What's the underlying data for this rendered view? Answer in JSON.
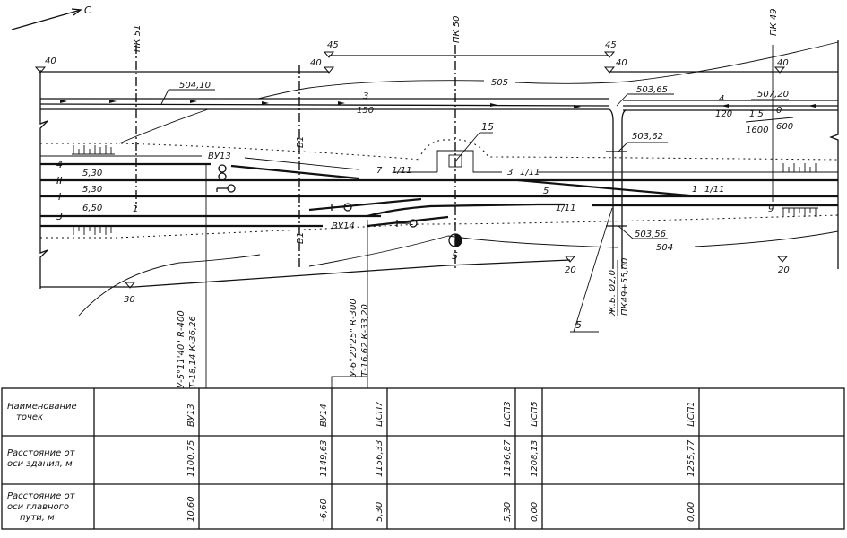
{
  "north_label": "С",
  "picket_labels": {
    "pk51": "ПК 51",
    "pk50": "ПК 50",
    "pk49": "ПК 49"
  },
  "section_label": "B1",
  "elevations": {
    "e40_left": "40",
    "e45_mid": "45",
    "e40_mid": "40",
    "e45_right": "45",
    "e40_right": "40",
    "e40_far": "40",
    "e30": "30",
    "e20_mid": "20",
    "e20_right": "20"
  },
  "contours": {
    "c505": "505",
    "c504": "504"
  },
  "ditch": {
    "mark_504_10": "504,10",
    "slope_left_top": "3",
    "slope_left_bottom": "150",
    "mark_503_65": "503,65",
    "slope_right_top": "4",
    "slope_right_bottom": "120",
    "mark_507_20": "507,20",
    "depth": "1,5",
    "depth_zero": "0",
    "width1": "1600",
    "width2": "600",
    "mark_503_62": "503,62",
    "mark_503_56": "503,56"
  },
  "tracks": {
    "t4": "4",
    "tII": "II",
    "tI": "I",
    "t3": "3",
    "sp1": "5,30",
    "sp2": "5,30",
    "sp3": "6,50",
    "pk51_pos": "1"
  },
  "switches": {
    "vu13": "ВУ13",
    "vu14": "ВУ14",
    "sw7": "7",
    "sw7_mark": "1/11",
    "sw3": "3",
    "sw3_mark": "1/11",
    "sw5": "5",
    "sw5_mark": "1/11",
    "sw1": "1",
    "sw1_mark": "1/11",
    "sw9": "9"
  },
  "building_label": "15",
  "well_label": "5",
  "culvert": {
    "callout": "5",
    "type": "Ж.Б. Ø2,0",
    "picket": "ПК49+55,00"
  },
  "curves": [
    {
      "line1": "У-5°11'40\" R-400",
      "line2": "Т-18,14 К-36,26"
    },
    {
      "line1": "У-6°20'25\" R-300",
      "line2": "Т-16,62 К-33,20"
    }
  ],
  "table": {
    "row_headers": [
      [
        "Наименование",
        "точек"
      ],
      [
        "Расстояние от",
        "оси здания, м"
      ],
      [
        "Расстояние от",
        "оси главного",
        "пути, м"
      ]
    ],
    "columns": [
      {
        "name": "ВУ13",
        "dist_building": "1100,75",
        "dist_main": "10,60"
      },
      {
        "name": "ВУ14",
        "dist_building": "1149,63",
        "dist_main": "-6,60"
      },
      {
        "name": "ЦСП7",
        "dist_building": "1156,33",
        "dist_main": "5,30"
      },
      {
        "name": "ЦСП3",
        "dist_building": "1196,87",
        "dist_main": "5,30"
      },
      {
        "name": "ЦСП5",
        "dist_building": "1208,13",
        "dist_main": "0,00"
      },
      {
        "name": "ЦСП1",
        "dist_building": "1255,77",
        "dist_main": "0,00"
      }
    ]
  }
}
